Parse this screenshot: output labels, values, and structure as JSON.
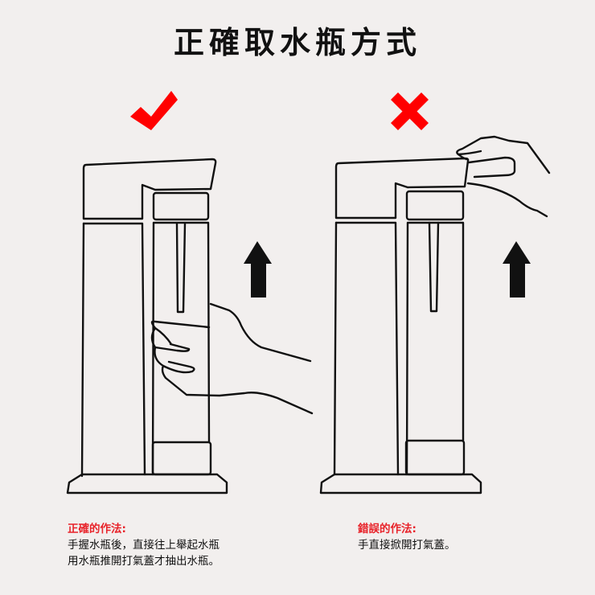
{
  "title": "正確取水瓶方式",
  "colors": {
    "background": "#f2efee",
    "accent_red": "#ff0000",
    "heading_red": "#e8232a",
    "line": "#111111"
  },
  "panels": [
    {
      "id": "correct",
      "status_icon": "check-mark-icon",
      "status": "correct",
      "arrow_icon": "up-arrow-icon",
      "caption": {
        "heading": "正確的作法:",
        "lines": [
          "手握水瓶後，直接往上舉起水瓶",
          "用水瓶推開打氣蓋才抽出水瓶。"
        ]
      }
    },
    {
      "id": "wrong",
      "status_icon": "cross-mark-icon",
      "status": "wrong",
      "arrow_icon": "up-arrow-icon",
      "caption": {
        "heading": "錯誤的作法:",
        "lines": [
          "手直接掀開打氣蓋。"
        ]
      }
    }
  ]
}
